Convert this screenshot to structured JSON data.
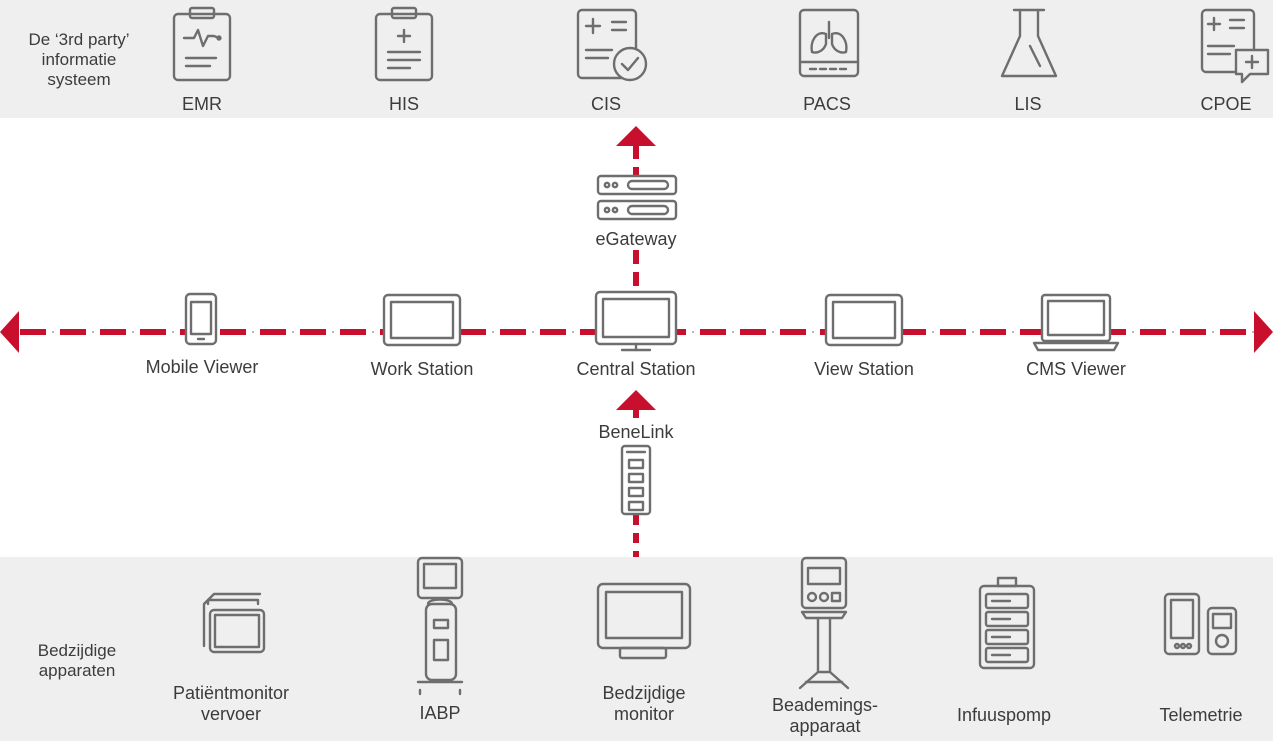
{
  "sections": {
    "top_label": "De ‘3rd party’ informatie systeem",
    "bottom_label": "Bedzijdige apparaten"
  },
  "systems": [
    {
      "label": "EMR",
      "icon": "emr-clipboard-icon"
    },
    {
      "label": "HIS",
      "icon": "his-clipboard-icon"
    },
    {
      "label": "CIS",
      "icon": "cis-document-check-icon"
    },
    {
      "label": "PACS",
      "icon": "pacs-lungs-xray-icon"
    },
    {
      "label": "LIS",
      "icon": "lis-flask-icon"
    },
    {
      "label": "CPOE",
      "icon": "cpoe-document-plus-icon"
    }
  ],
  "gateway": {
    "label": "eGateway",
    "icon": "server-icon"
  },
  "network_nodes": [
    {
      "label": "Mobile Viewer",
      "icon": "smartphone-icon"
    },
    {
      "label": "Work Station",
      "icon": "monitor-icon"
    },
    {
      "label": "Central Station",
      "icon": "desktop-monitor-icon"
    },
    {
      "label": "View Station",
      "icon": "monitor-icon"
    },
    {
      "label": "CMS Viewer",
      "icon": "laptop-icon"
    }
  ],
  "benelink": {
    "label": "BeneLink",
    "icon": "module-rack-icon"
  },
  "devices": [
    {
      "label": "Patiëntmonitor vervoer",
      "icon": "transport-monitor-icon"
    },
    {
      "label": "IABP",
      "icon": "iabp-icon"
    },
    {
      "label": "Bedzijdige monitor",
      "icon": "bedside-monitor-icon"
    },
    {
      "label": "Beademings-apparaat",
      "icon": "ventilator-icon"
    },
    {
      "label": "Infuuspomp",
      "icon": "infusion-pump-icon"
    },
    {
      "label": "Telemetrie",
      "icon": "telemetry-icon"
    }
  ],
  "colors": {
    "accent": "#c8102e",
    "icon": "#6e6e6e",
    "band": "#efefef",
    "text": "#3c3c3c"
  }
}
